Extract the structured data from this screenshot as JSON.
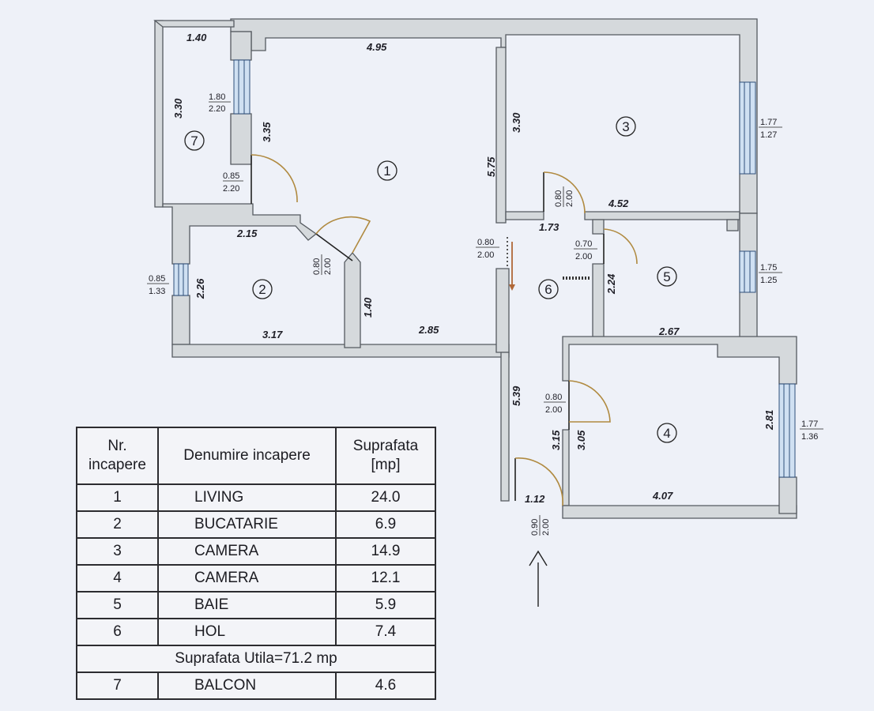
{
  "rooms": [
    {
      "num": "1",
      "name": "LIVING",
      "area": "24.0"
    },
    {
      "num": "2",
      "name": "BUCATARIE",
      "area": "6.9"
    },
    {
      "num": "3",
      "name": "CAMERA",
      "area": "14.9"
    },
    {
      "num": "4",
      "name": "CAMERA",
      "area": "12.1"
    },
    {
      "num": "5",
      "name": "BAIE",
      "area": "5.9"
    },
    {
      "num": "6",
      "name": "HOL",
      "area": "7.4"
    }
  ],
  "balcony": {
    "num": "7",
    "name": "BALCON",
    "area": "4.6"
  },
  "table": {
    "header_nr": "Nr. incapere",
    "header_name": "Denumire incapere",
    "header_area": "Suprafata [mp]",
    "total": "Suprafata Utila=71.2 mp"
  },
  "dims": {
    "balcony_width": "1.40",
    "balcony_height": "3.30",
    "living_width": "4.95",
    "living_left_height": "3.35",
    "living_right_height": "5.75",
    "living_bottom_width": "2.85",
    "living_notch": "1.40",
    "kitchen_width": "2.15",
    "kitchen_bottom_width": "3.17",
    "kitchen_height": "2.26",
    "room3_height": "3.30",
    "room3_width": "4.52",
    "hall_top_width": "1.73",
    "hall_height": "5.39",
    "hall_entry_width": "1.12",
    "bath_height": "2.24",
    "bath_width": "2.67",
    "room4_left_height": "3.15",
    "room4_inner_height": "3.05",
    "room4_width": "4.07",
    "room4_right_height": "2.81"
  },
  "openings": {
    "balcony_window": [
      "1.80",
      "2.20"
    ],
    "balcony_door": [
      "0.85",
      "2.20"
    ],
    "kitchen_door": [
      "0.80",
      "2.00"
    ],
    "kitchen_window": [
      "0.85",
      "1.33"
    ],
    "room3_window": [
      "1.77",
      "1.27"
    ],
    "room3_door": [
      "0.80",
      "2.00"
    ],
    "living_door": [
      "0.80",
      "2.00"
    ],
    "bath_door": [
      "0.70",
      "2.00"
    ],
    "bath_window": [
      "1.75",
      "1.25"
    ],
    "room4_door": [
      "0.80",
      "2.00"
    ],
    "room4_window": [
      "1.77",
      "1.36"
    ],
    "entry_door": [
      "0.90",
      "2.00"
    ]
  },
  "colors": {
    "wall": "#d5d9dc",
    "window": "#cfe0f2",
    "door_swing": "#b08a40"
  },
  "icons": {
    "north_arrow": "arrow-up-icon"
  }
}
